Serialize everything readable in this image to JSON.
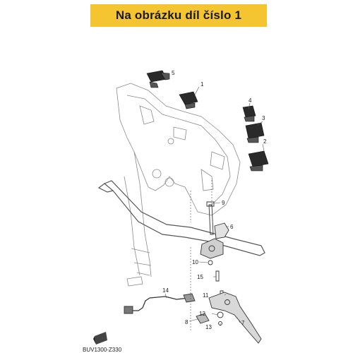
{
  "banner": {
    "text": "Na obrázku díl číslo 1",
    "color": "#f4c531"
  },
  "diagram": {
    "callouts": [
      "1",
      "2",
      "3",
      "4",
      "5",
      "6",
      "7",
      "8",
      "9",
      "10",
      "11",
      "12",
      "13",
      "14",
      "15"
    ],
    "drawing_code": "BUV1300-Z330",
    "parts": {
      "p1": "handlebar-switch",
      "p2": "handlebar-switch",
      "p3": "handlebar-switch",
      "p4": "handlebar-switch",
      "p5": "handlebar-switch",
      "p6": "lever-holder",
      "p7": "lever",
      "p14": "clutch-switch-cable"
    }
  }
}
